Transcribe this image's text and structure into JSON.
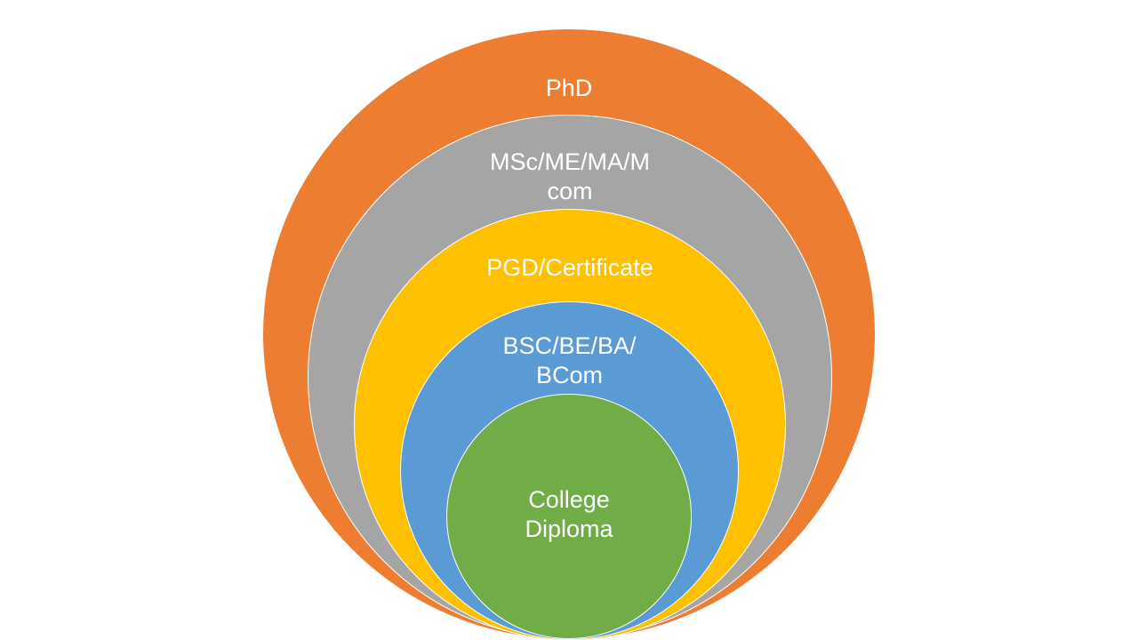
{
  "diagram": {
    "levels": [
      {
        "label": "PhD",
        "color": "#ED7D31"
      },
      {
        "label": "MSc/ME/MA/M\ncom",
        "color": "#A5A5A5"
      },
      {
        "label": "PGD/Certificate",
        "color": "#FFC000"
      },
      {
        "label": "BSC/BE/BA/\nBCom",
        "color": "#5B9BD5"
      },
      {
        "label": "College\nDiploma",
        "color": "#70AD47"
      }
    ]
  }
}
